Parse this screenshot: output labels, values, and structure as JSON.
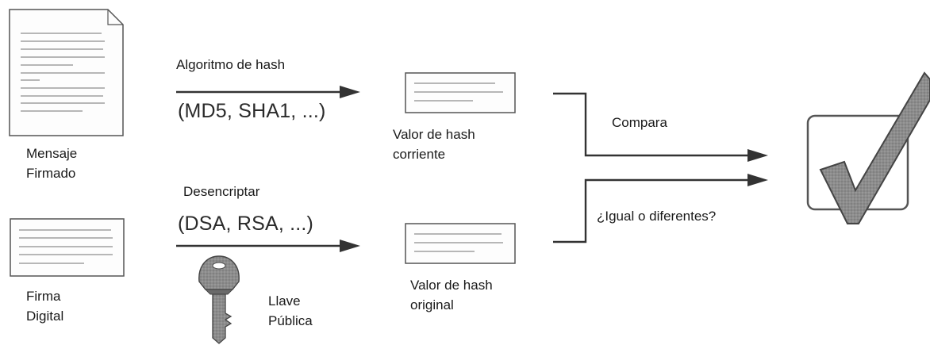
{
  "colors": {
    "line": "#3a3a3a",
    "text_line": "#9a9a9a",
    "key_fill": "#777777",
    "check_fill": "#8a8a8a",
    "box_stroke": "#555555"
  },
  "icons": {
    "signed_message": "document-icon",
    "digital_signature": "signature-card-icon",
    "current_hash": "hash-card-icon",
    "original_hash": "hash-card-icon",
    "public_key": "key-icon",
    "result": "checkmark-box-icon"
  },
  "labels": {
    "hash_algorithm": "Algoritmo de hash",
    "hash_examples": "(MD5, SHA1, ...)",
    "signed_message": "Mensaje\nFirmado",
    "current_hash": "Valor de hash\ncorriente",
    "decrypt": "Desencriptar",
    "decrypt_examples": "(DSA, RSA, ...)",
    "digital_signature": "Firma\nDigital",
    "public_key": "Llave\nPública",
    "original_hash": "Valor de hash\noriginal",
    "compare": "Compara",
    "question": "¿Igual o diferentes?"
  }
}
